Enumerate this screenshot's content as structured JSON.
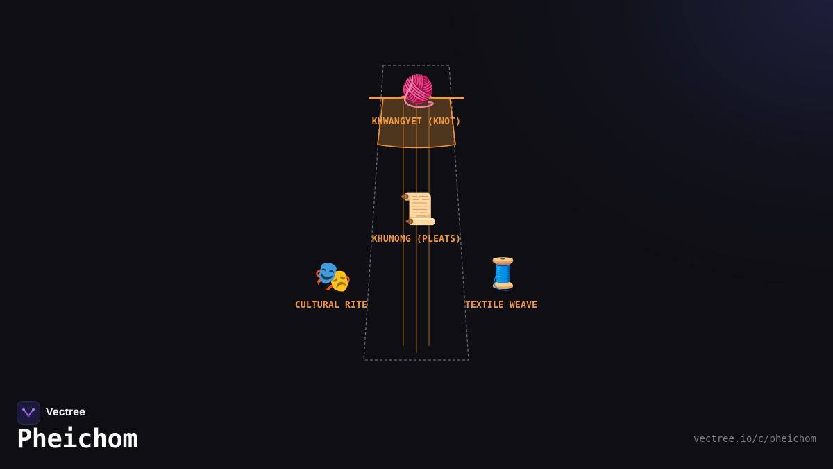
{
  "brand": {
    "name": "Vectree",
    "logo_icon": "vectree-logo-icon"
  },
  "page_title": "Pheichom",
  "url": "vectree.io/c/pheichom",
  "colors": {
    "accent": "#f59a3c",
    "outline": "#6b6b73",
    "background": "#0f0f13"
  },
  "diagram": {
    "nodes": [
      {
        "id": "knot",
        "label": "KHWANGYET (KNOT)",
        "icon": "yarn-icon",
        "glyph": "🧶"
      },
      {
        "id": "pleats",
        "label": "KHUNONG (PLEATS)",
        "icon": "scroll-icon",
        "glyph": "📜"
      },
      {
        "id": "rite",
        "label": "CULTURAL RITE",
        "icon": "performing-arts-icon",
        "glyph": "🎭"
      },
      {
        "id": "weave",
        "label": "TEXTILE WEAVE",
        "icon": "thread-spool-icon",
        "glyph": "🧵"
      }
    ]
  }
}
